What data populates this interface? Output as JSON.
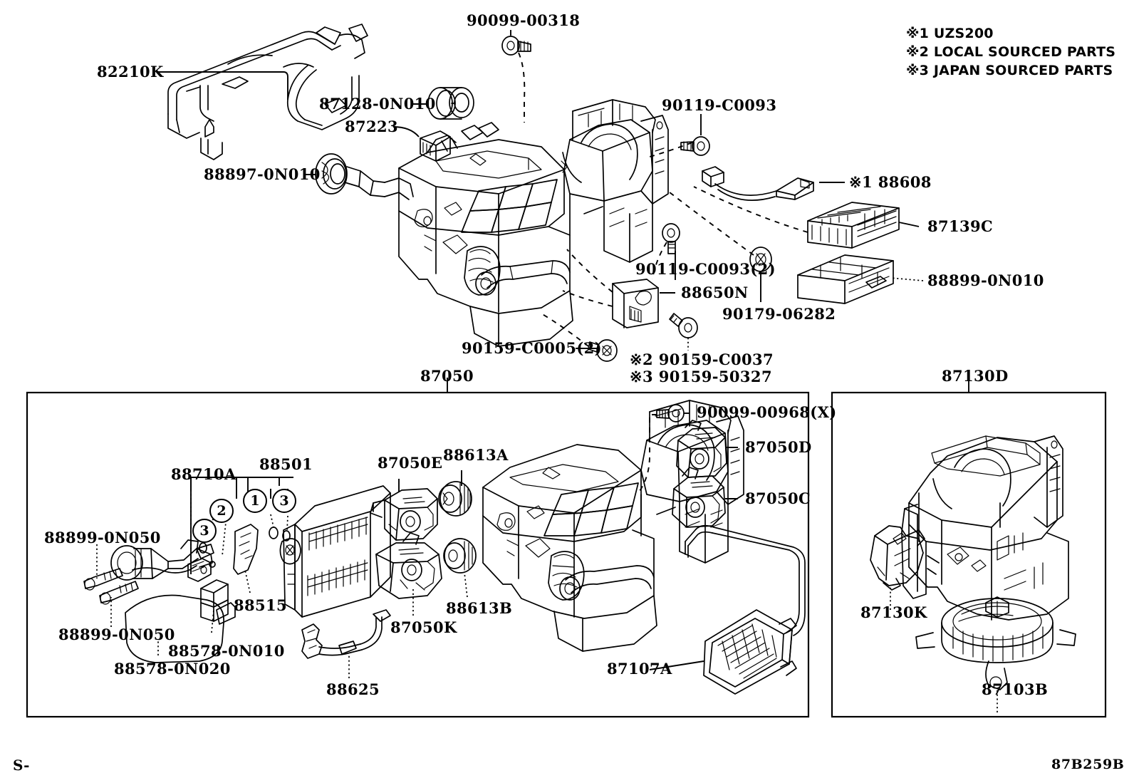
{
  "diagram": {
    "code": "87B259B",
    "corner_mark": "S-",
    "legend": [
      "※1 UZS200",
      "※2 LOCAL SOURCED PARTS",
      "※3 JAPAN SOURCED PARTS"
    ]
  },
  "main_assembly": {
    "labels": [
      {
        "id": "82210K",
        "text": "82210K"
      },
      {
        "id": "87128-0N010",
        "text": "87128-0N010"
      },
      {
        "id": "87223",
        "text": "87223"
      },
      {
        "id": "88897-0N010",
        "text": "88897-0N010"
      },
      {
        "id": "90099-00318",
        "text": "90099-00318"
      },
      {
        "id": "90119-C0093",
        "text": "90119-C0093"
      },
      {
        "id": "88608",
        "text": "※1 88608"
      },
      {
        "id": "87139C",
        "text": "87139C"
      },
      {
        "id": "88899-0N010",
        "text": "88899-0N010"
      },
      {
        "id": "90119-C0093-2",
        "text": "90119-C0093(2)"
      },
      {
        "id": "88650N",
        "text": "88650N"
      },
      {
        "id": "90179-06282",
        "text": "90179-06282"
      },
      {
        "id": "90159-C0005-2",
        "text": "90159-C0005(2)"
      },
      {
        "id": "90159-C0037",
        "text": "※2 90159-C0037"
      },
      {
        "id": "90159-50327",
        "text": "※3 90159-50327"
      }
    ]
  },
  "panel_left": {
    "title": "87050",
    "labels": [
      {
        "id": "88899-0N050-a",
        "text": "88899-0N050"
      },
      {
        "id": "88899-0N050-b",
        "text": "88899-0N050"
      },
      {
        "id": "88710A",
        "text": "88710A"
      },
      {
        "id": "88501",
        "text": "88501"
      },
      {
        "id": "88515",
        "text": "88515"
      },
      {
        "id": "88578-0N010",
        "text": "88578-0N010"
      },
      {
        "id": "88578-0N020",
        "text": "88578-0N020"
      },
      {
        "id": "87050E",
        "text": "87050E"
      },
      {
        "id": "87050K",
        "text": "87050K"
      },
      {
        "id": "88613A",
        "text": "88613A"
      },
      {
        "id": "88613B",
        "text": "88613B"
      },
      {
        "id": "88625",
        "text": "88625"
      },
      {
        "id": "90099-00968",
        "text": "90099-00968(X)"
      },
      {
        "id": "87050D",
        "text": "87050D"
      },
      {
        "id": "87050C",
        "text": "87050C"
      },
      {
        "id": "87107A",
        "text": "87107A"
      }
    ],
    "callout_numbers": [
      "2",
      "3",
      "1",
      "3"
    ]
  },
  "panel_right": {
    "title": "87130D",
    "labels": [
      {
        "id": "87130K",
        "text": "87130K"
      },
      {
        "id": "87103B",
        "text": "87103B"
      }
    ]
  }
}
